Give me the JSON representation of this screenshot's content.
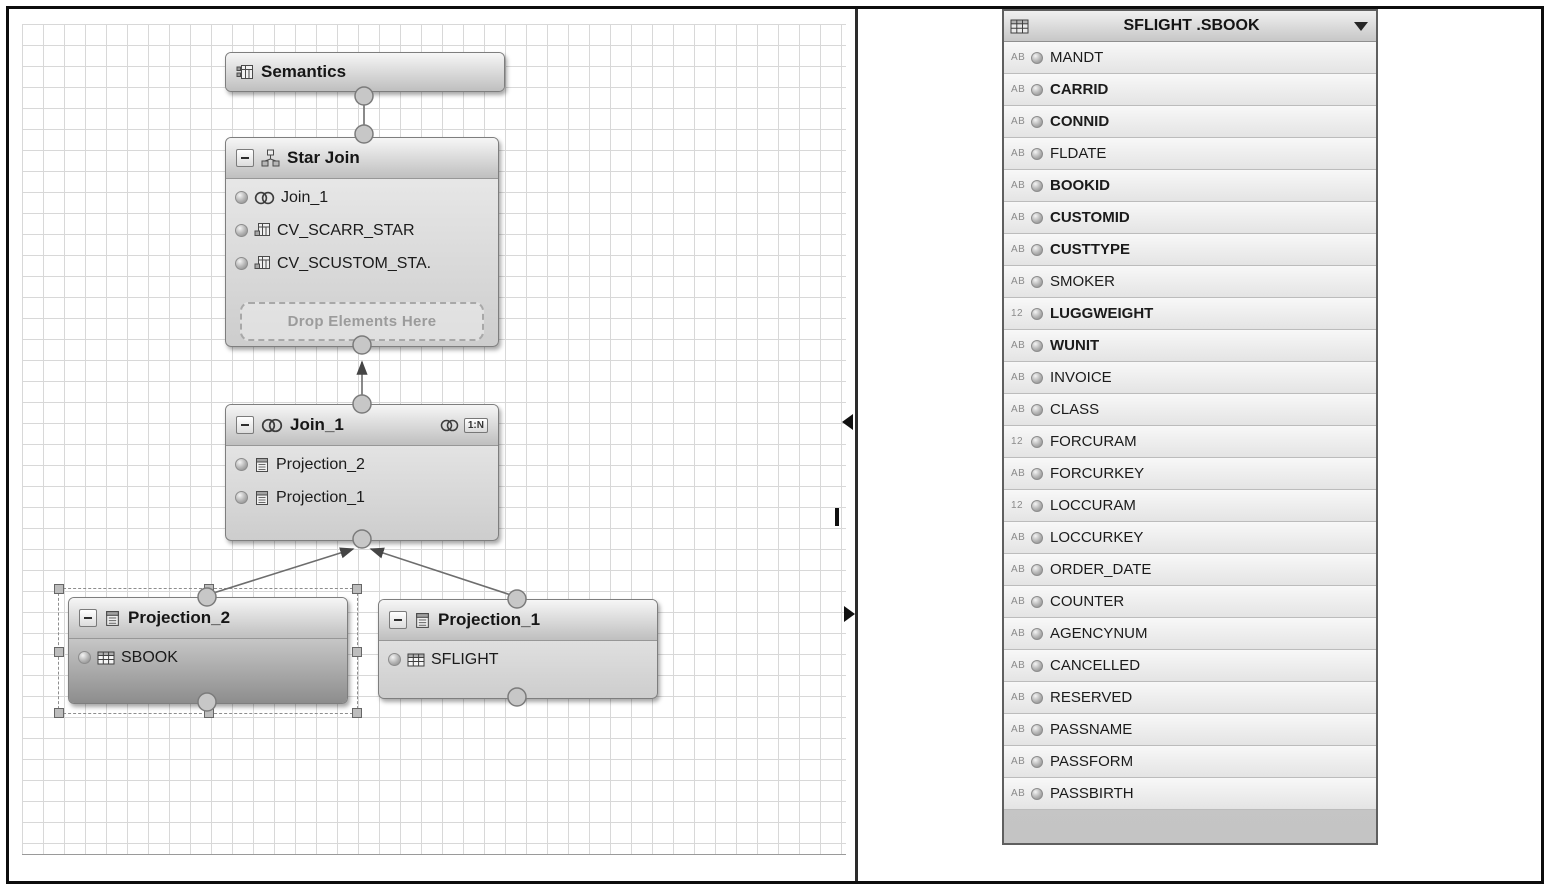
{
  "theme": {
    "grid_line": "#d8d8d8",
    "node_border": "#7e7e7e",
    "selected_body": "#8d8d8d",
    "text": "#1b1b1b"
  },
  "canvas": {
    "semantics": {
      "title": "Semantics",
      "icon": "semantics-icon"
    },
    "star_join": {
      "title": "Star Join",
      "icon": "star-join-icon",
      "items": [
        {
          "icon": "join-icon",
          "label": "Join_1"
        },
        {
          "icon": "calcview-icon",
          "label": "CV_SCARR_STAR"
        },
        {
          "icon": "calcview-icon",
          "label": "CV_SCUSTOM_STA."
        }
      ],
      "drop_hint": "Drop Elements Here"
    },
    "join1": {
      "title": "Join_1",
      "icon": "join-icon",
      "cardinality": "1:N",
      "items": [
        {
          "icon": "projection-icon",
          "label": "Projection_2"
        },
        {
          "icon": "projection-icon",
          "label": "Projection_1"
        }
      ]
    },
    "projection2": {
      "title": "Projection_2",
      "icon": "projection-icon",
      "selected": true,
      "items": [
        {
          "icon": "table-icon",
          "label": "SBOOK"
        }
      ]
    },
    "projection1": {
      "title": "Projection_1",
      "icon": "projection-icon",
      "selected": false,
      "items": [
        {
          "icon": "table-icon",
          "label": "SFLIGHT"
        }
      ]
    }
  },
  "fields_panel": {
    "title": "SFLIGHT .SBOOK",
    "icons": {
      "header": "table-grid-icon",
      "dropdown": "chevron-down-icon",
      "field_marker": "sphere-icon"
    },
    "fields": [
      {
        "type": "AB",
        "name": "MANDT",
        "key": false
      },
      {
        "type": "AB",
        "name": "CARRID",
        "key": true
      },
      {
        "type": "AB",
        "name": "CONNID",
        "key": true
      },
      {
        "type": "AB",
        "name": "FLDATE",
        "key": false
      },
      {
        "type": "AB",
        "name": "BOOKID",
        "key": true
      },
      {
        "type": "AB",
        "name": "CUSTOMID",
        "key": true
      },
      {
        "type": "AB",
        "name": "CUSTTYPE",
        "key": true
      },
      {
        "type": "AB",
        "name": "SMOKER",
        "key": false
      },
      {
        "type": "12",
        "name": "LUGGWEIGHT",
        "key": true
      },
      {
        "type": "AB",
        "name": "WUNIT",
        "key": true
      },
      {
        "type": "AB",
        "name": "INVOICE",
        "key": false
      },
      {
        "type": "AB",
        "name": "CLASS",
        "key": false
      },
      {
        "type": "12",
        "name": "FORCURAM",
        "key": false
      },
      {
        "type": "AB",
        "name": "FORCURKEY",
        "key": false
      },
      {
        "type": "12",
        "name": "LOCCURAM",
        "key": false
      },
      {
        "type": "AB",
        "name": "LOCCURKEY",
        "key": false
      },
      {
        "type": "AB",
        "name": "ORDER_DATE",
        "key": false
      },
      {
        "type": "AB",
        "name": "COUNTER",
        "key": false
      },
      {
        "type": "AB",
        "name": "AGENCYNUM",
        "key": false
      },
      {
        "type": "AB",
        "name": "CANCELLED",
        "key": false
      },
      {
        "type": "AB",
        "name": "RESERVED",
        "key": false
      },
      {
        "type": "AB",
        "name": "PASSNAME",
        "key": false
      },
      {
        "type": "AB",
        "name": "PASSFORM",
        "key": false
      },
      {
        "type": "AB",
        "name": "PASSBIRTH",
        "key": false
      }
    ]
  }
}
